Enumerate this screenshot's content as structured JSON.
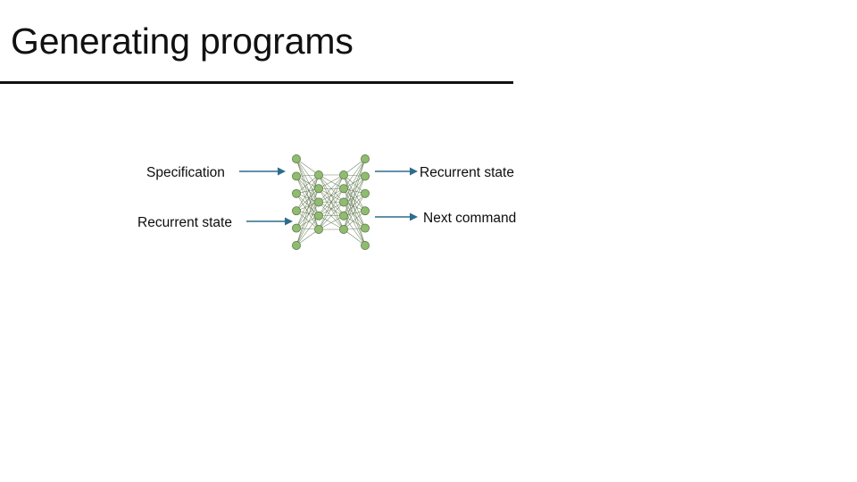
{
  "slide": {
    "title": "Generating programs",
    "background_color": "#ffffff",
    "title_color": "#111111",
    "rule_color": "#111111"
  },
  "diagram": {
    "name": "neural-network-diagram",
    "node_fill": "#8FBC6E",
    "node_stroke": "#5A7247",
    "edge_color": "#5A7247",
    "arrow_color": "#2E6C8E",
    "layers": [
      {
        "name": "input-layer",
        "node_count": 6
      },
      {
        "name": "hidden-layer-1",
        "node_count": 5
      },
      {
        "name": "hidden-layer-2",
        "node_count": 5
      },
      {
        "name": "output-layer",
        "node_count": 6
      }
    ],
    "inputs": [
      {
        "label": "Specification",
        "arrow": "arrow-right"
      },
      {
        "label": "Recurrent state",
        "arrow": "arrow-right"
      }
    ],
    "outputs": [
      {
        "label": "Recurrent state",
        "arrow": "arrow-right"
      },
      {
        "label": "Next command",
        "arrow": "arrow-right"
      }
    ]
  }
}
